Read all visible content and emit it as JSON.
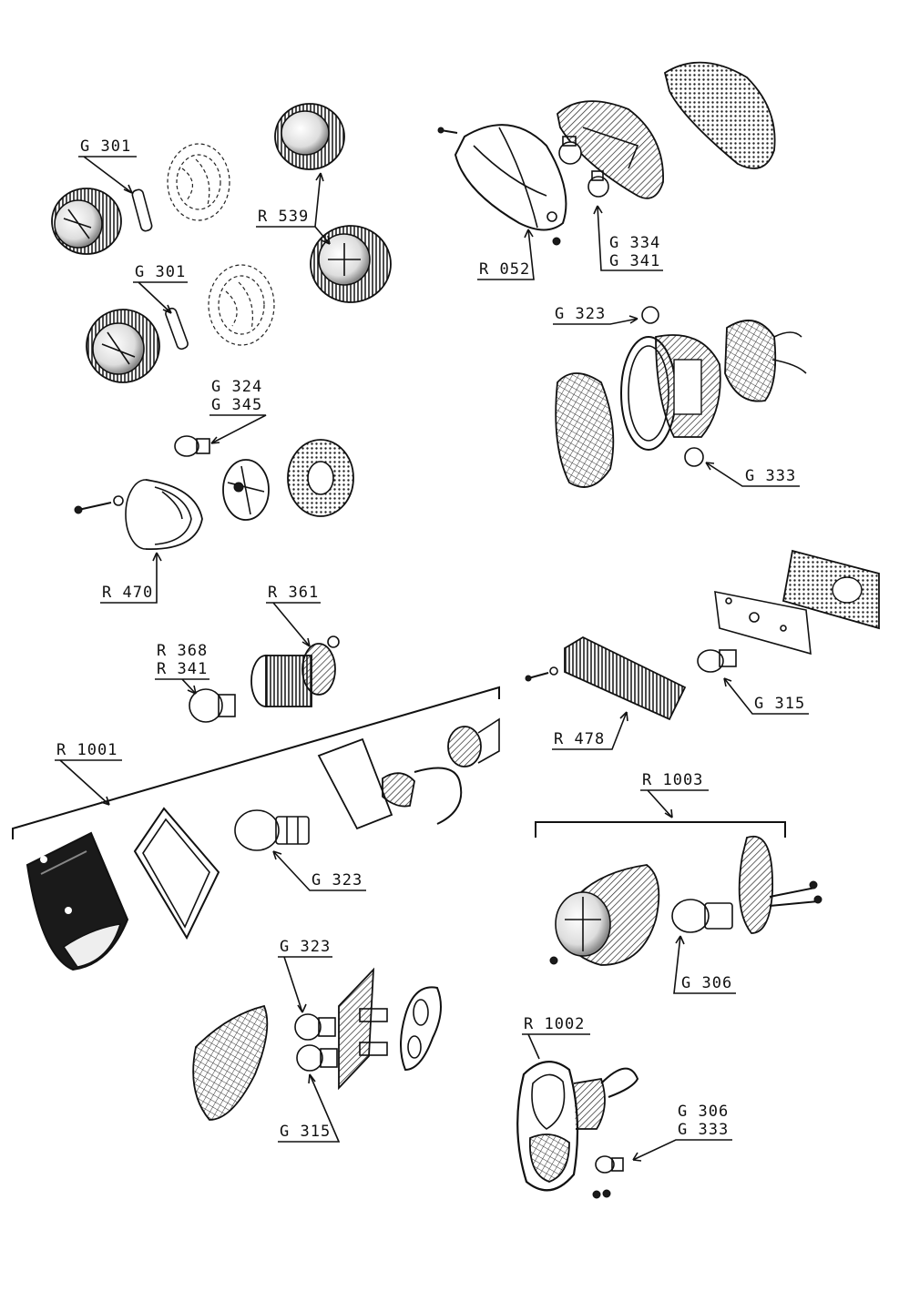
{
  "labels": {
    "g301_top": "G 301",
    "g301_mid": "G 301",
    "r539": "R 539",
    "r052": "R 052",
    "g334": "G 334",
    "g341": "G 341",
    "g323_right": "G 323",
    "g333_right": "G 333",
    "g324": "G 324",
    "g345": "G 345",
    "r470": "R 470",
    "r361": "R 361",
    "r368": "R 368",
    "r341": "R 341",
    "r1001": "R 1001",
    "g315_right": "G 315",
    "r478": "R 478",
    "r1003": "R 1003",
    "g323_center": "G 323",
    "g306_mid": "G 306",
    "g323_lower": "G 323",
    "r1002": "R 1002",
    "g315_lower": "G 315",
    "g306_bottom": "G 306",
    "g333_bottom": "G 333"
  }
}
